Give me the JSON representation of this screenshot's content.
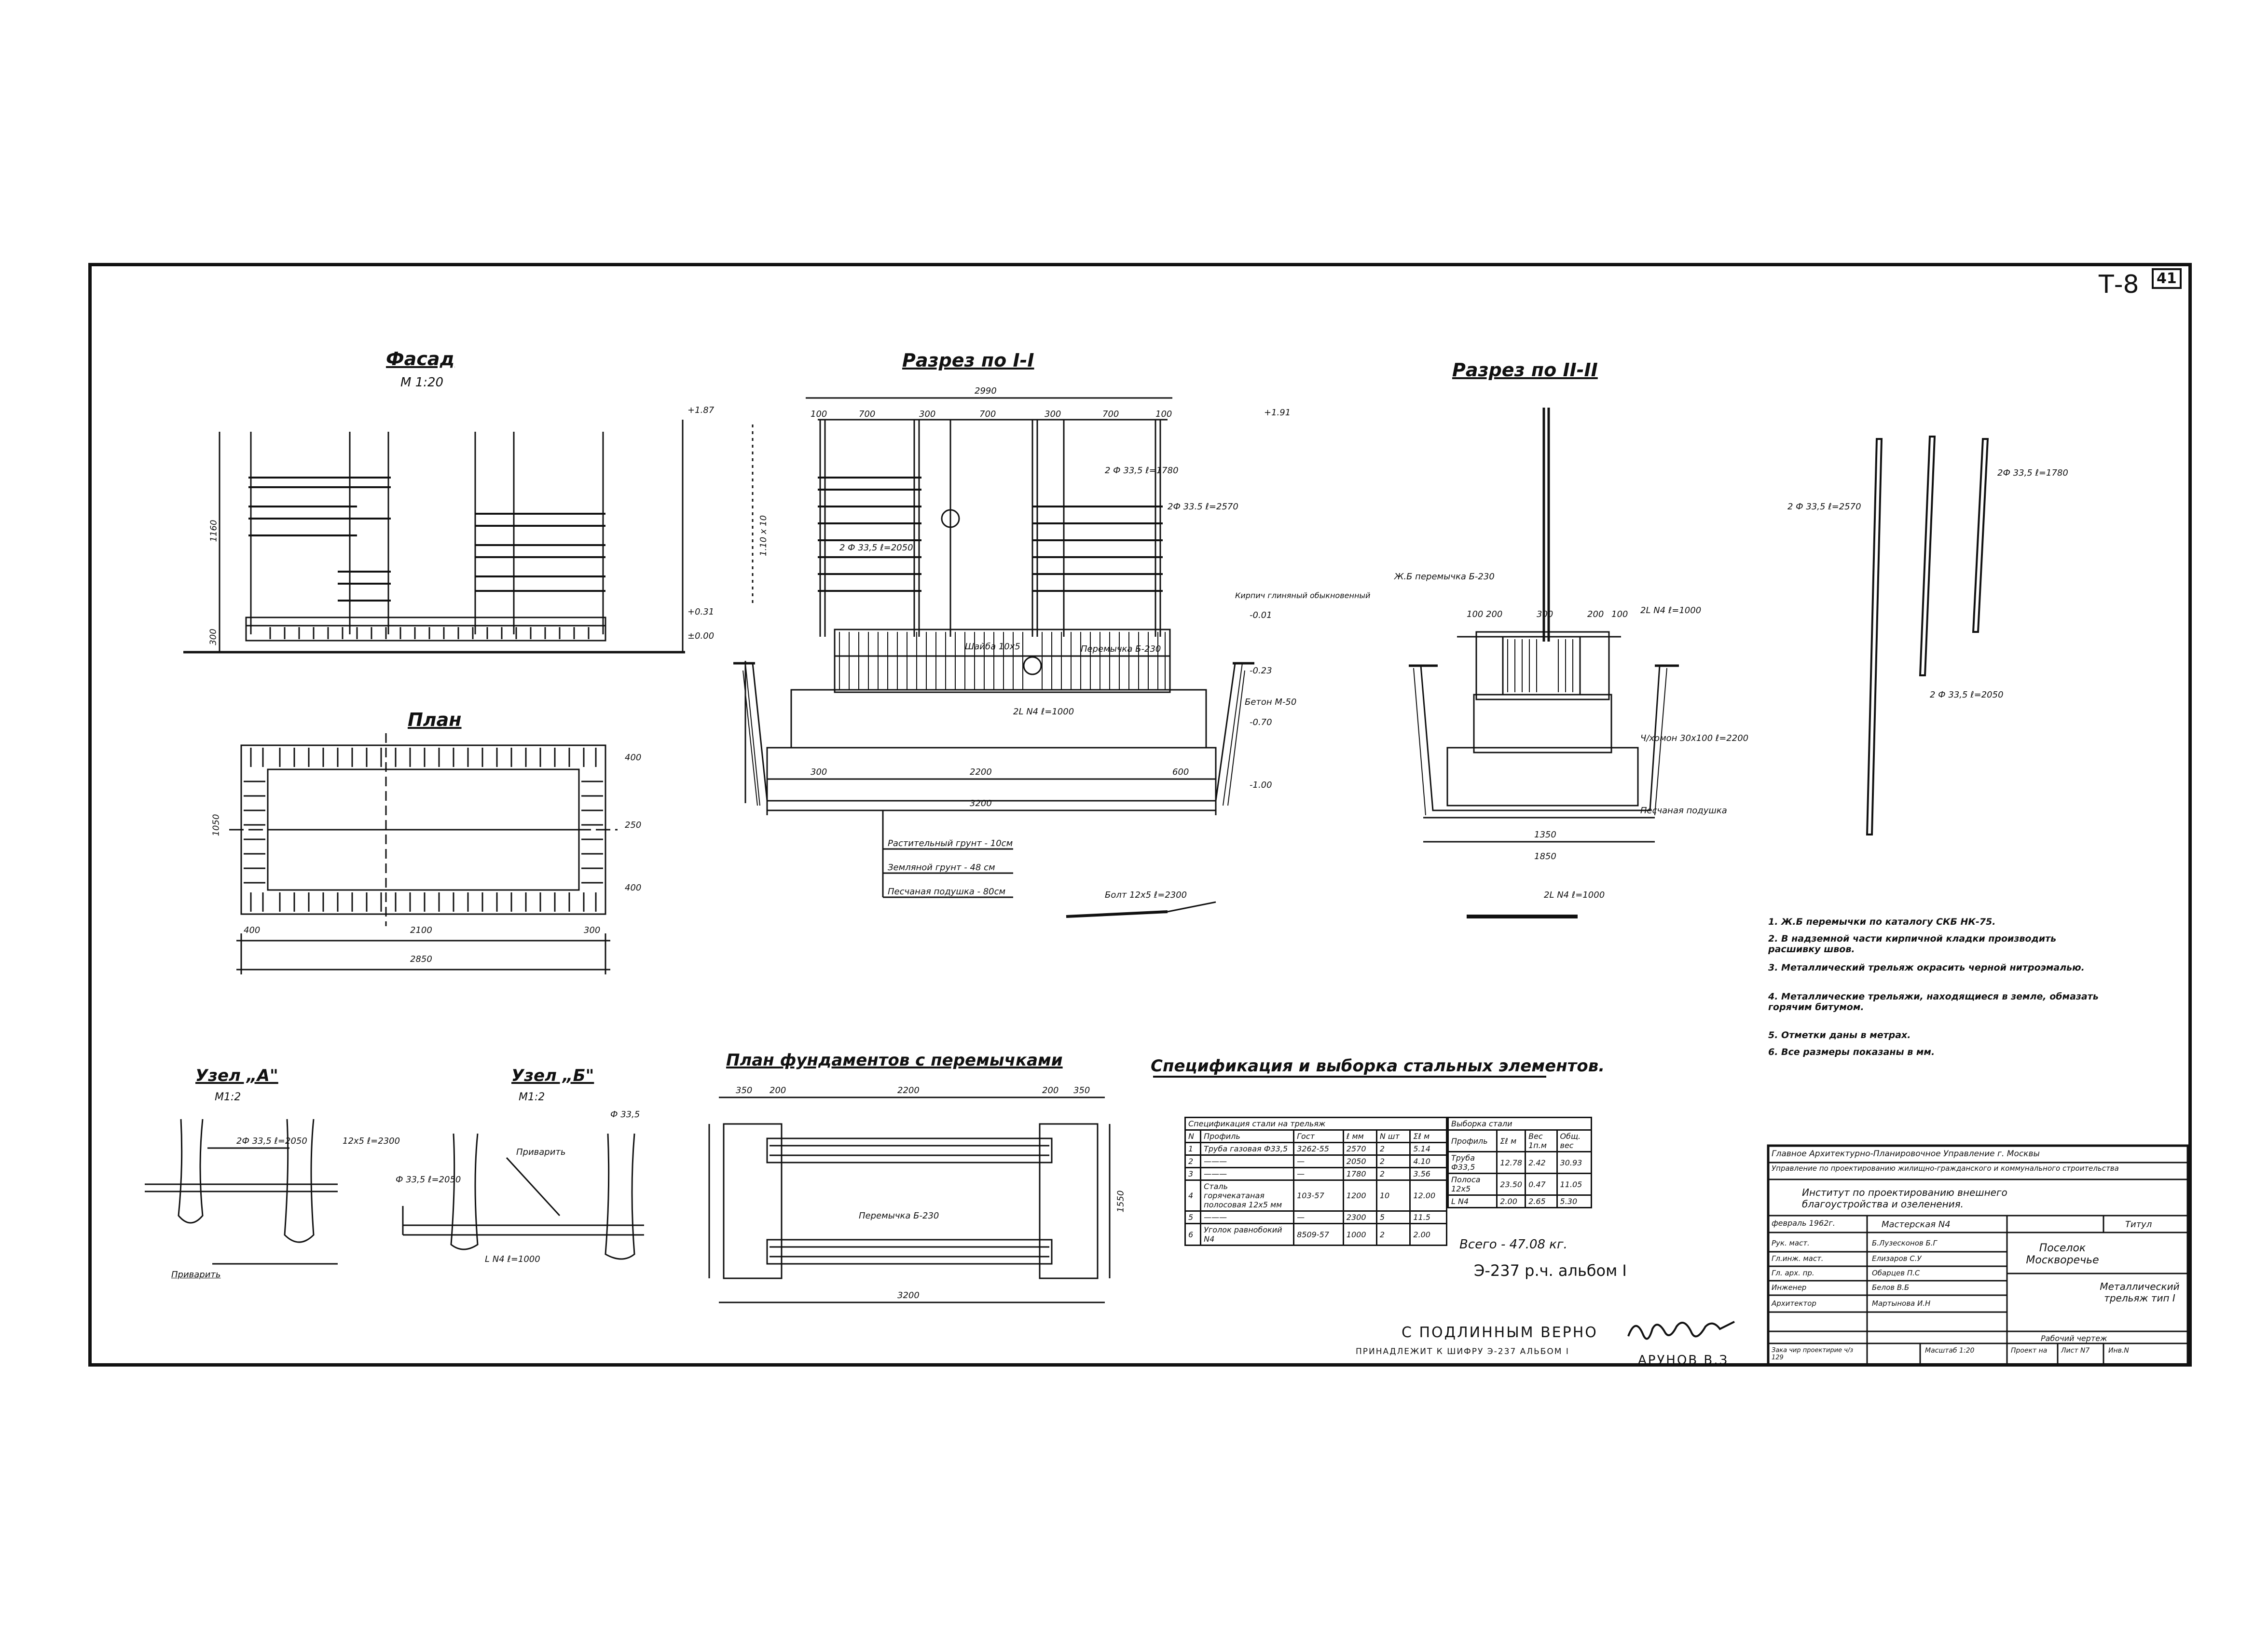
{
  "sheet": {
    "code": "Т-8",
    "page": "41"
  },
  "views": {
    "facade": {
      "title": "Фасад",
      "scale": "М 1:20",
      "dims": [
        "1160",
        "300"
      ],
      "levels": [
        "+1.87",
        "+0.31",
        "±0.00"
      ]
    },
    "section1": {
      "title": "Разрез по I-I",
      "dims_top": [
        "2990",
        "100",
        "700",
        "300",
        "700",
        "300",
        "700",
        "100"
      ],
      "dims_bottom": [
        "300",
        "2200",
        "3200",
        "600"
      ],
      "levels": [
        "+1.91",
        "-0.01",
        "-0.23",
        "-0.70",
        "-1.00",
        "1.10 х 10"
      ],
      "labels": [
        "Кирпич глиняный обыкновенный",
        "Бетон М-50",
        "2 Ф 33,5 ℓ=1780",
        "2Ф 33.5 ℓ=2570",
        "2 Ф 33,5 ℓ=2050",
        "Перемычка Б-230",
        "2L N4 ℓ=1000",
        "Шайба 10х5"
      ],
      "layers": [
        "Растительный грунт - 10см",
        "Земляной грунт - 48 см",
        "Песчаная подушка - 80см"
      ],
      "bolt": "Болт 12х5 ℓ=2300"
    },
    "section2": {
      "title": "Разрез по II-II",
      "dims": [
        "1350",
        "1850",
        "100",
        "200",
        "300",
        "200",
        "100"
      ],
      "labels": [
        "Ж.Б перемычка Б-230",
        "2L N4 ℓ=1000",
        "Ч/хомон 30х100 ℓ=2200",
        "Песчаная подушка"
      ],
      "angle": "2L N4 ℓ=1000"
    },
    "plan": {
      "title": "План",
      "dims": [
        "400",
        "2100",
        "300",
        "2850"
      ],
      "side_dims": [
        "1050",
        "400",
        "250",
        "400"
      ]
    },
    "elements": {
      "labels": [
        "2 Ф 33,5 ℓ=2570",
        "2Ф 33,5 ℓ=1780",
        "2 Ф 33,5 ℓ=2050"
      ]
    },
    "node_a": {
      "title": "Узел „А\"",
      "scale": "М1:2",
      "labels": [
        "2Ф 33,5 ℓ=2050",
        "12х5 ℓ=2300",
        "Приварить"
      ]
    },
    "node_b": {
      "title": "Узел „Б\"",
      "scale": "М1:2",
      "labels": [
        "Ф 33,5 ℓ=2050",
        "Ф 33,5",
        "Приварить",
        "L N4 ℓ=1000"
      ]
    },
    "foundation_plan": {
      "title": "План фундаментов с перемычками",
      "dims_top": [
        "350",
        "200",
        "2200",
        "200",
        "350"
      ],
      "dims_bottom": "3200",
      "side": "1550",
      "label": "Перемычка Б-230"
    }
  },
  "notes": [
    "1. Ж.Б перемычки по каталогу СКБ НК-75.",
    "2. В надземной части кирпичной кладки производить расшивку швов.",
    "3. Металлический трельяж окрасить черной нитроэмалью.",
    "4. Металлические трельяжи, находящиеся в земле, обмазать горячим битумом.",
    "5. Отметки даны в метрах.",
    "6. Все размеры показаны в мм."
  ],
  "spec": {
    "title": "Спецификация и выборка стальных элементов.",
    "left_header": "Спецификация стали на трельяж",
    "right_header": "Выборка стали",
    "columns": [
      "N",
      "Профиль",
      "Гост",
      "ℓ мм",
      "N шт",
      "Σℓ м"
    ],
    "right_columns": [
      "Профиль",
      "Σℓ м",
      "Вес 1п.м",
      "Общ. вес"
    ],
    "rows": [
      [
        "1",
        "Труба газовая Ф33,5",
        "3262-55",
        "2570",
        "2",
        "5.14"
      ],
      [
        "2",
        "———",
        "—",
        "2050",
        "2",
        "4.10"
      ],
      [
        "3",
        "———",
        "—",
        "1780",
        "2",
        "3.56"
      ],
      [
        "4",
        "Сталь горячекатаная полосовая 12х5 мм",
        "103-57",
        "1200",
        "10",
        "12.00"
      ],
      [
        "5",
        "———",
        "—",
        "2300",
        "5",
        "11.5"
      ],
      [
        "6",
        "Уголок равнобокий N4",
        "8509-57",
        "1000",
        "2",
        "2.00"
      ]
    ],
    "right_rows": [
      [
        "Труба Ф33,5",
        "12.78",
        "2.42",
        "30.93"
      ],
      [
        "Полоса 12х5",
        "23.50",
        "0.47",
        "11.05"
      ],
      [
        "L N4",
        "2.00",
        "2.65",
        "5.30"
      ]
    ],
    "total": "Всего - 47.08 кг."
  },
  "album_ref": "Э-237 р.ч. альбом I",
  "stamp": {
    "line1": "С ПОДЛИННЫМ ВЕРНО",
    "line2": "ПРИНАДЛЕЖИТ К ШИФРУ Э-237 АЛЬБОМ I",
    "name": "АРУНОВ В.З"
  },
  "title_block": {
    "org1": "Главное Архитектурно-Планировочное Управление г. Москвы",
    "org2": "Управление по проектированию жилищно-гражданского и коммунального строительства",
    "institute": "Институт по проектированию внешнего благоустройства и озеленения.",
    "date": "февраль 1962г.",
    "workshop": "Мастерская N4",
    "sheet_label": "Титул",
    "roles": [
      [
        "Рук. маст.",
        "Б.Лузесконов Б.Г"
      ],
      [
        "Гл.инж. маст.",
        "Елизаров С.У"
      ],
      [
        "Гл. арх. пр.",
        "Обарцев П.С"
      ],
      [
        "Инженер",
        "Белов В.Б"
      ],
      [
        "Архитектор",
        "Мартынова И.Н"
      ]
    ],
    "project": "Поселок Москворечье",
    "drawing": "Металлический трельяж тип I",
    "stage": "Рабочий чертеж",
    "bottom": [
      "Зака чир проектирие ч/з 129",
      "Масштаб 1:20",
      "Проект на",
      "Лист N7",
      "Инв.N"
    ]
  }
}
